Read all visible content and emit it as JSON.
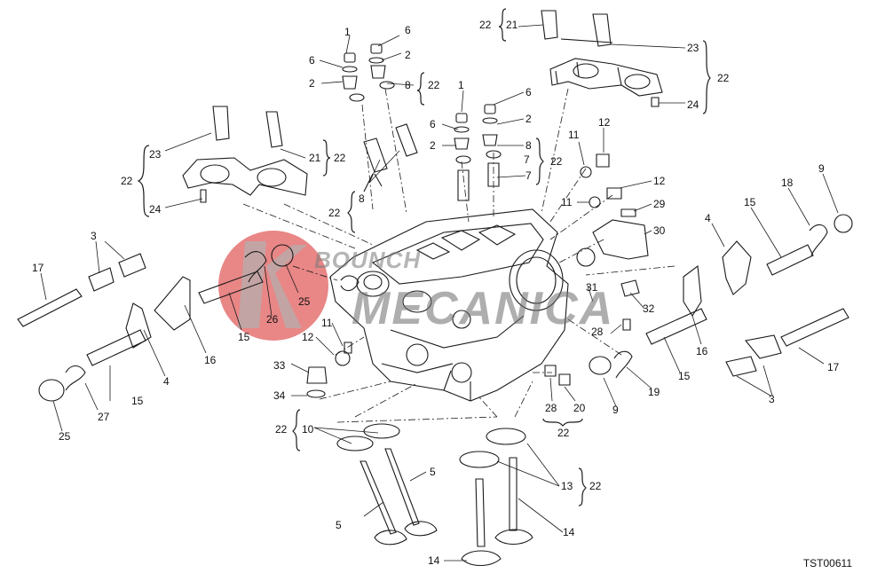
{
  "diagram_code": "TST00611",
  "watermark": {
    "line1": "BOUNCH",
    "line2": "MECANICA"
  },
  "callouts": [
    "1",
    "6",
    "6",
    "2",
    "2",
    "8",
    "22",
    "22",
    "21",
    "23",
    "22",
    "24",
    "1",
    "6",
    "6",
    "2",
    "2",
    "8",
    "8",
    "7",
    "7",
    "22",
    "22",
    "23",
    "21",
    "22",
    "22",
    "24",
    "11",
    "12",
    "12",
    "11",
    "29",
    "30",
    "9",
    "18",
    "15",
    "4",
    "3",
    "17",
    "15",
    "4",
    "16",
    "15",
    "27",
    "25",
    "26",
    "25",
    "11",
    "12",
    "33",
    "34",
    "31",
    "32",
    "28",
    "16",
    "15",
    "19",
    "9",
    "17",
    "3",
    "28",
    "20",
    "22",
    "22",
    "10",
    "5",
    "5",
    "13",
    "22",
    "14",
    "14"
  ]
}
